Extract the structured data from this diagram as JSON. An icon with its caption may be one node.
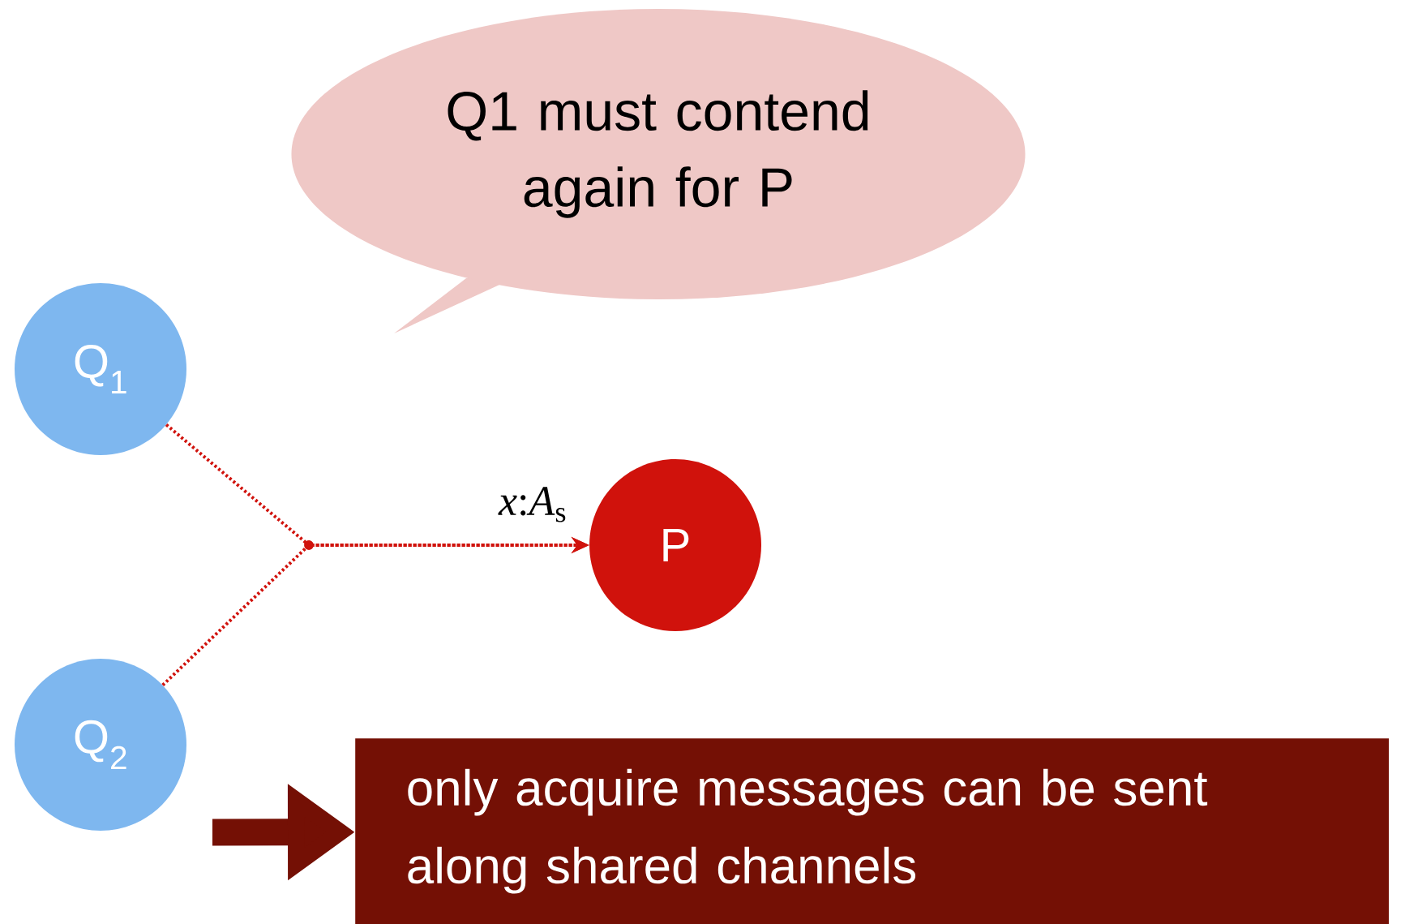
{
  "diagram": {
    "nodes": [
      {
        "text": [
          "Q$_{1}$"
        ]
      },
      {
        "text": [
          "Q$_{2}$"
        ]
      },
      {
        "text": [
          "P"
        ]
      },
      {
        "text": [
          "Q1 must contend again for P"
        ]
      },
      {
        "text": [
          "only acquire messages can be sent along shared channels"
        ]
      }
    ],
    "edges": [
      {
        "from": 0,
        "to": 2,
        "arrow": "to",
        "style": "dashed",
        "color": "#d0120c",
        "label": "*x*:*A*$_{s}$"
      },
      {
        "from": 1,
        "to": 2,
        "arrow": "to",
        "style": "dashed",
        "color": "#d0120c"
      },
      {
        "from": null,
        "to": 4,
        "arrow": "to",
        "style": "thick",
        "color": "#741005"
      }
    ]
  }
}
